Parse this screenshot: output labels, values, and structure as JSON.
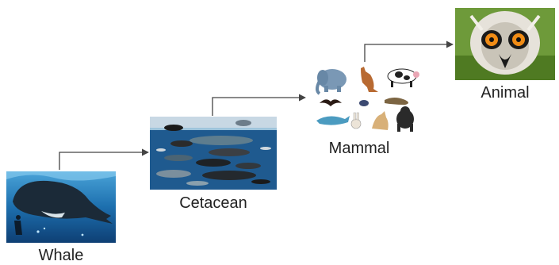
{
  "diagram": {
    "nodes": [
      {
        "id": "whale",
        "label": "Whale",
        "image": "sperm-whale-photo"
      },
      {
        "id": "cetacean",
        "label": "Cetacean",
        "image": "cetacean-species-chart"
      },
      {
        "id": "mammal",
        "label": "Mammal",
        "image": "mammal-clipart-collage"
      },
      {
        "id": "animal",
        "label": "Animal",
        "image": "lemur-face-photo"
      }
    ],
    "edges": [
      {
        "from": "whale",
        "to": "cetacean"
      },
      {
        "from": "cetacean",
        "to": "mammal"
      },
      {
        "from": "mammal",
        "to": "animal"
      }
    ]
  },
  "colors": {
    "arrow": "#444444",
    "ocean": "#1f5a8f",
    "label": "#222222"
  }
}
